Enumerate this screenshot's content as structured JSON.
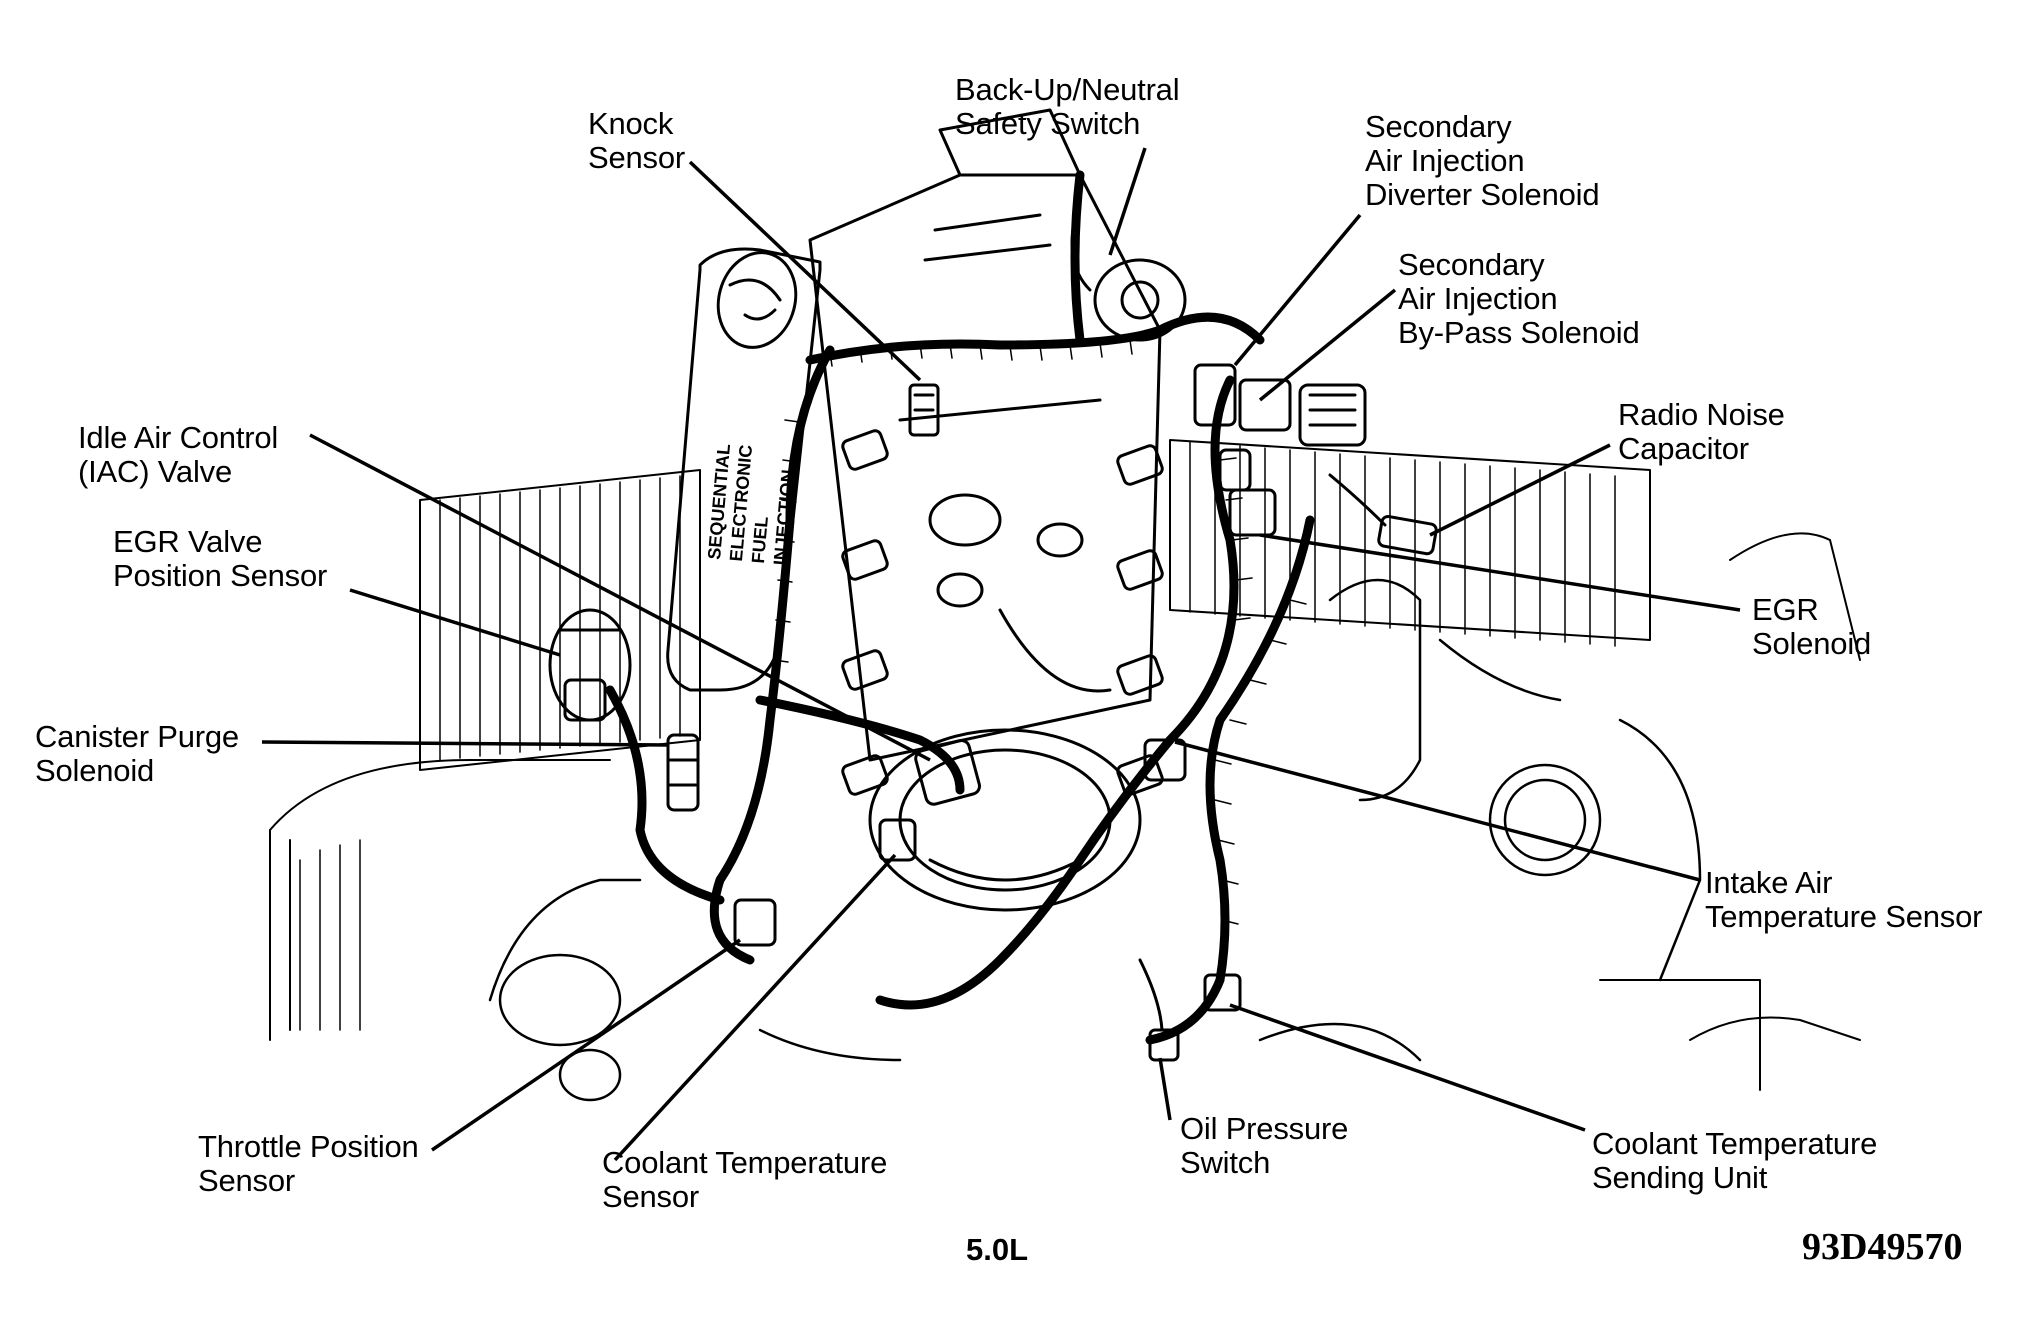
{
  "labels": {
    "knock_sensor": [
      "Knock",
      "Sensor"
    ],
    "backup_switch": [
      "Back-Up/Neutral",
      "Safety Switch"
    ],
    "sec_air_diverter": [
      "Secondary",
      "Air Injection",
      "Diverter Solenoid"
    ],
    "sec_air_bypass": [
      "Secondary",
      "Air Injection",
      "By-Pass Solenoid"
    ],
    "radio_noise": [
      "Radio Noise",
      "Capacitor"
    ],
    "idle_air": [
      "Idle Air Control",
      "(IAC) Valve"
    ],
    "egr_position": [
      "EGR Valve",
      "Position Sensor"
    ],
    "egr_solenoid": [
      "EGR",
      "Solenoid"
    ],
    "canister_purge": [
      "Canister Purge",
      "Solenoid"
    ],
    "intake_air_temp": [
      "Intake Air",
      "Temperature Sensor"
    ],
    "throttle_position": [
      "Throttle Position",
      "Sensor"
    ],
    "coolant_temp_sensor": [
      "Coolant Temperature",
      "Sensor"
    ],
    "oil_pressure": [
      "Oil Pressure",
      "Switch"
    ],
    "coolant_sending": [
      "Coolant Temperature",
      "Sending Unit"
    ]
  },
  "engine_size": "5.0L",
  "figure_id": "93D49570",
  "manifold_text": [
    "SEQUENTIAL",
    "ELECTRONIC",
    "FUEL",
    "INJECTION"
  ]
}
